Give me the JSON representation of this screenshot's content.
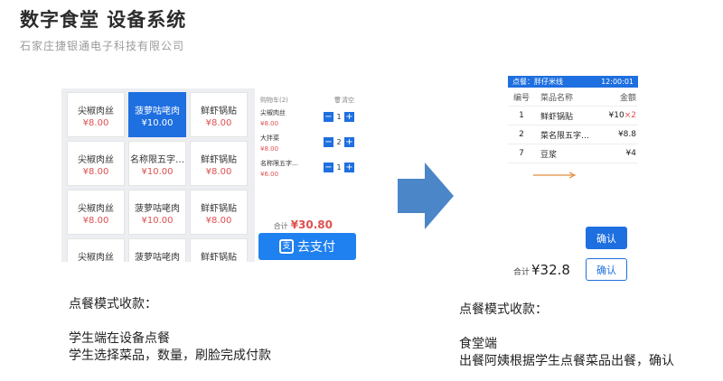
{
  "header": {
    "title": "数字食堂 设备系统",
    "subtitle": "石家庄捷银通电子科技有限公司"
  },
  "left_device": {
    "menu": [
      {
        "name": "尖椒肉丝",
        "price": "¥8.00",
        "selected": false
      },
      {
        "name": "菠萝咕咾肉",
        "price": "¥10.00",
        "selected": true
      },
      {
        "name": "鲜虾锅贴",
        "price": "¥8.00",
        "selected": false
      },
      {
        "name": "尖椒肉丝",
        "price": "¥8.00",
        "selected": false
      },
      {
        "name": "名称限五字…",
        "price": "¥10.00",
        "selected": false
      },
      {
        "name": "鲜虾锅贴",
        "price": "¥8.00",
        "selected": false
      },
      {
        "name": "尖椒肉丝",
        "price": "¥8.00",
        "selected": false
      },
      {
        "name": "菠萝咕咾肉",
        "price": "¥10.00",
        "selected": false
      },
      {
        "name": "鲜虾锅贴",
        "price": "¥8.00",
        "selected": false
      },
      {
        "name": "尖椒肉丝",
        "price": "",
        "selected": false
      },
      {
        "name": "菠萝咕咾肉",
        "price": "",
        "selected": false
      },
      {
        "name": "鲜虾锅贴",
        "price": "",
        "selected": false
      }
    ],
    "cart": {
      "title": "购物车(2)",
      "clear": "清空",
      "items": [
        {
          "name": "尖椒肉丝",
          "price": "¥8.00",
          "qty": "1"
        },
        {
          "name": "大拌菜",
          "price": "¥8.00",
          "qty": "2"
        },
        {
          "name": "名称限五字…",
          "price": "¥6.00",
          "qty": "1"
        }
      ],
      "total_label": "合计",
      "total": "¥30.80",
      "pay_label": "去支付"
    }
  },
  "left_desc": {
    "heading": "点餐模式收款：",
    "line1": "学生端在设备点餐",
    "line2": "学生选择菜品，数量，刷脸完成付款"
  },
  "right_device": {
    "top_left": "点餐：胖仔米线",
    "top_right": "12:00:01",
    "columns": [
      "编号",
      "菜品名称",
      "金额"
    ],
    "rows": [
      {
        "no": "1",
        "name": "鲜虾锅贴",
        "amt": "¥10",
        "mult": "×2"
      },
      {
        "no": "2",
        "name": "菜名限五字…",
        "amt": "¥8.8",
        "mult": ""
      },
      {
        "no": "7",
        "name": "豆浆",
        "amt": "¥4",
        "mult": ""
      }
    ],
    "confirm_primary": "确认",
    "confirm_outline": "确认",
    "total_label": "合计",
    "total_amount": "¥32.8"
  },
  "right_desc": {
    "heading": "点餐模式收款：",
    "line1": "食堂端",
    "line2": "出餐阿姨根据学生点餐菜品出餐，确认"
  },
  "colors": {
    "accent": "#1e6fe0",
    "price_red": "#e05050",
    "arrow": "#4a86c8"
  }
}
